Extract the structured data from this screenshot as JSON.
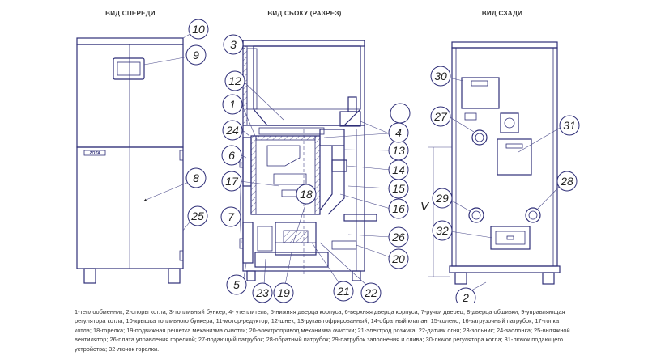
{
  "views": {
    "front": "ВИД СПЕРЕДИ",
    "side": "ВИД СБОКУ (РАЗРЕЗ)",
    "back": "ВИД СЗАДИ"
  },
  "brand_mark": "ZOTA",
  "dimension_label": "V",
  "callouts": {
    "c1": "1",
    "c2": "2",
    "c3": "3",
    "c4": "4",
    "c5": "5",
    "c6": "6",
    "c7": "7",
    "c8": "8",
    "c9": "9",
    "c10": "10",
    "c12": "12",
    "c13": "13",
    "c14": "14",
    "c15": "15",
    "c16": "16",
    "c17": "17",
    "c18": "18",
    "c19": "19",
    "c20": "20",
    "c21": "21",
    "c22": "22",
    "c23": "23",
    "c24": "24",
    "c25": "25",
    "c26": "26",
    "c27": "27",
    "c28": "28",
    "c29": "29",
    "c30": "30",
    "c31": "31",
    "c32": "32"
  },
  "legend": "1-теплообменник; 2-опоры котла; 3-топливный бункер; 4- утеплитель; 5-нижняя дверца корпуса; 6-верхняя дверца корпуса; 7-ручки дверец; 8-дверца обшивки; 9-управляющая регулятора котла; 10-крышка топливного бункера; 11-мотор-редуктор; 12-шнек; 13-рукав гофрированный; 14-обратный клапан; 15-колено; 16-загрузочный патрубок; 17-топка котла; 18-горелка; 19-подвижная решетка механизма очистки; 20-электропривод механизма очистки; 21-электрод розжига; 22-датчик огня; 23-зольник; 24-заслонка; 25-вытяжной вентилятор; 26-плата управления горелкой; 27-подающий патрубок; 28-обратный патрубок; 29-патрубок заполнения и слива; 30-лючок регулятора котла; 31-лючок подающего устройства; 32-лючок горелки."
}
